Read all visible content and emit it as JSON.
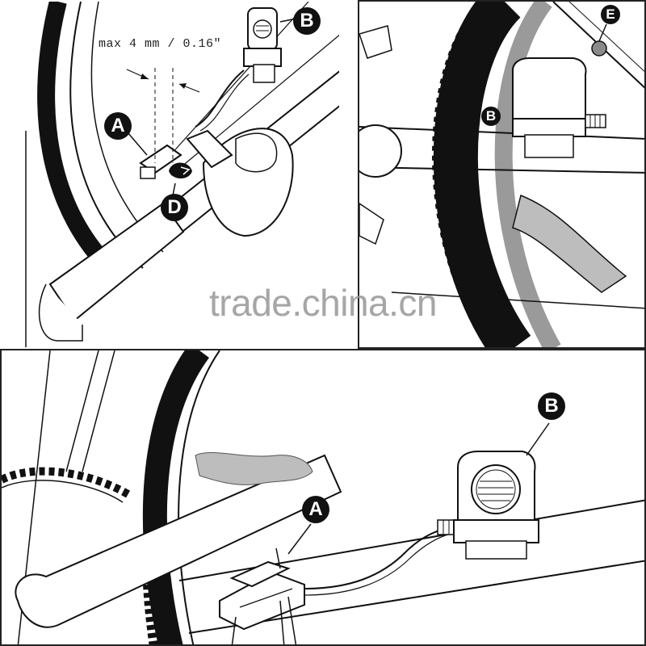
{
  "panel_top_left": {
    "dimension_label": "max 4 mm / 0.16\"",
    "callouts": {
      "a": "A",
      "b": "B",
      "d": "D"
    }
  },
  "panel_top_right": {
    "callouts": {
      "b": "B",
      "e": "E"
    }
  },
  "panel_bottom": {
    "callouts": {
      "a": "A",
      "b": "B"
    }
  },
  "watermark": "trade.china.cn",
  "colors": {
    "line": "#111111",
    "gray_fill": "#bdbdbd",
    "background": "#ffffff"
  }
}
